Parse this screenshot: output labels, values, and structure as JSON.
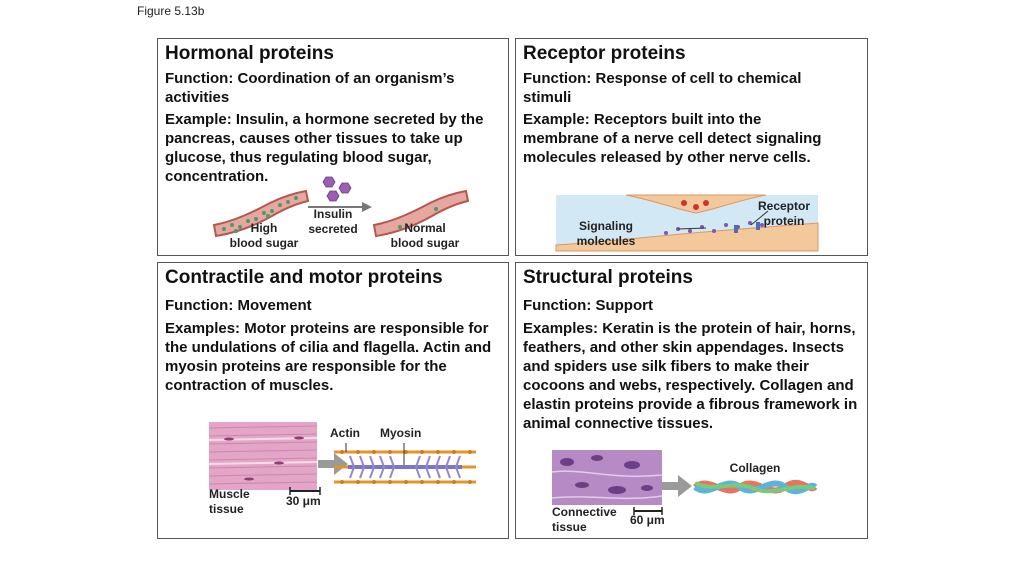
{
  "figure_label": "Figure 5.13b",
  "panels": {
    "hormonal": {
      "title": "Hormonal proteins",
      "function": "Function: Coordination of an organism’s activities",
      "example": "Example: Insulin, a hormone secreted by the pancreas, causes other tissues to take up glucose, thus regulating blood sugar, concentration.",
      "labels": {
        "high_a": "High",
        "high_b": "blood sugar",
        "insulin_a": "Insulin",
        "insulin_b": "secreted",
        "normal_a": "Normal",
        "normal_b": "blood sugar"
      }
    },
    "receptor": {
      "title": "Receptor proteins",
      "function": "Function: Response of cell to chemical stimuli",
      "example": "Example: Receptors built into the membrane of a nerve cell detect signaling molecules released by other nerve cells.",
      "labels": {
        "receptor_a": "Receptor",
        "receptor_b": "protein",
        "signal_a": "Signaling",
        "signal_b": "molecules"
      }
    },
    "contractile": {
      "title": "Contractile and motor proteins",
      "function": "Function: Movement",
      "example": "Examples: Motor proteins are responsible for the undulations of cilia and flagella. Actin and myosin proteins are responsible for the contraction of muscles.",
      "labels": {
        "actin": "Actin",
        "myosin": "Myosin",
        "muscle_a": "Muscle",
        "muscle_b": "tissue",
        "scale": "30 μm"
      }
    },
    "structural": {
      "title": "Structural proteins",
      "function": "Function: Support",
      "example": "Examples: Keratin is the protein of hair, horns, feathers, and other skin appendages. Insects and spiders use silk fibers to make their cocoons and webs, respectively. Collagen and elastin proteins provide a fibrous framework in animal connective tissues.",
      "labels": {
        "collagen": "Collagen",
        "connective_a": "Connective",
        "connective_b": "tissue",
        "scale": "60 μm"
      }
    }
  }
}
